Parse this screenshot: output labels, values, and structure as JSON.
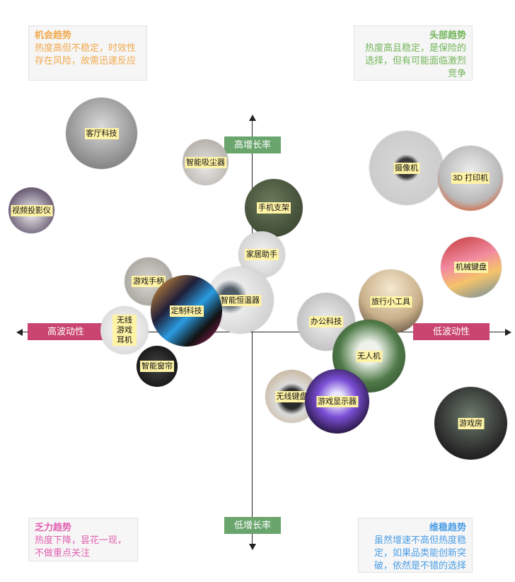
{
  "axes": {
    "top": "高增长率",
    "bottom": "低增长率",
    "left": "高波动性",
    "right": "低波动性"
  },
  "quadrants": {
    "top_left": {
      "title": "机会趋势",
      "desc": "热度高但不稳定，时效性存在风险，故需迅速反应"
    },
    "top_right": {
      "title": "头部趋势",
      "desc": "热度高且稳定，是保险的选择，但有可能面临激烈竞争"
    },
    "bottom_left": {
      "title": "乏力趋势",
      "desc": "热度下降，昙花一现，不做重点关注"
    },
    "bottom_right": {
      "title": "维稳趋势",
      "desc": "虽然增速不高但热度稳定，如果品类能创新突破，依然是不错的选择"
    }
  },
  "colors": {
    "green": "#6aa56e",
    "pink": "#c9456f",
    "opportunity": "#f0a84c",
    "head": "#72b458",
    "weak": "#e060b0",
    "stable": "#4a9de6"
  },
  "bubbles": {
    "living_room": "客厅科技",
    "vacuum": "智能吸尘器",
    "projector": "视频投影仪",
    "phone_stand": "手机支架",
    "home_assistant": "家居助手",
    "gamepad": "游戏手柄",
    "thermostat": "智能恒温器",
    "custom_tech": "定制科技",
    "wireless_earphones": "无线\n游戏耳机",
    "smart_curtain": "智能窗帘",
    "camera": "摄像机",
    "printer_3d": "3D 打印机",
    "mech_keyboard": "机械键盘",
    "travel_gadget": "旅行小工具",
    "office_tech": "办公科技",
    "drone": "无人机",
    "wireless_keyboard": "无线键盘",
    "gaming_monitor": "游戏显示器",
    "game_room": "游戏房"
  }
}
